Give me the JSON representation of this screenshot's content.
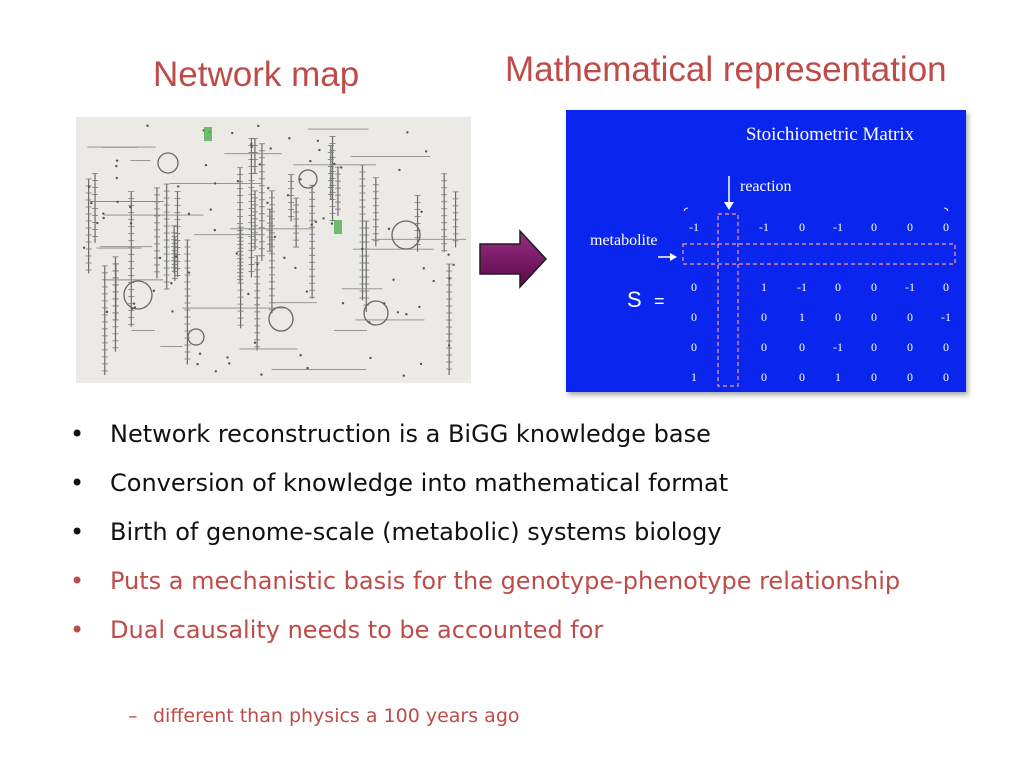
{
  "headings": {
    "left": "Network map",
    "right": "Mathematical representation"
  },
  "matrix": {
    "title": "Stoichiometric Matrix",
    "reaction_label": "reaction",
    "metabolite_label": "metabolite",
    "s_label": "S",
    "equals": "=",
    "rows": [
      [
        "-1",
        "",
        "-1",
        "0",
        "-1",
        "0",
        "0",
        "0"
      ],
      [
        "0",
        "",
        "1",
        "-1",
        "0",
        "0",
        "-1",
        "0"
      ],
      [
        "0",
        "",
        "0",
        "1",
        "0",
        "0",
        "0",
        "-1"
      ],
      [
        "0",
        "",
        "0",
        "0",
        "-1",
        "0",
        "0",
        "0"
      ],
      [
        "1",
        "",
        "0",
        "0",
        "1",
        "0",
        "0",
        "0"
      ]
    ]
  },
  "bullets": [
    {
      "text": "Network reconstruction is a BiGG knowledge base",
      "accent": false
    },
    {
      "text": "Conversion of knowledge into mathematical format",
      "accent": false
    },
    {
      "text": "Birth of genome-scale (metabolic) systems biology",
      "accent": false
    },
    {
      "text": "Puts a mechanistic basis for the genotype-phenotype relationship",
      "accent": true
    },
    {
      "text": "Dual causality needs to be accounted for",
      "accent": true
    }
  ],
  "bullet_symbol": "•",
  "sub_bullet": {
    "dash": "–",
    "text": "different than physics a 100 years ago"
  },
  "colors": {
    "heading_red": "#be4b48",
    "matrix_blue": "#0a26ee",
    "arrow_purple": "#6e0f5c"
  }
}
